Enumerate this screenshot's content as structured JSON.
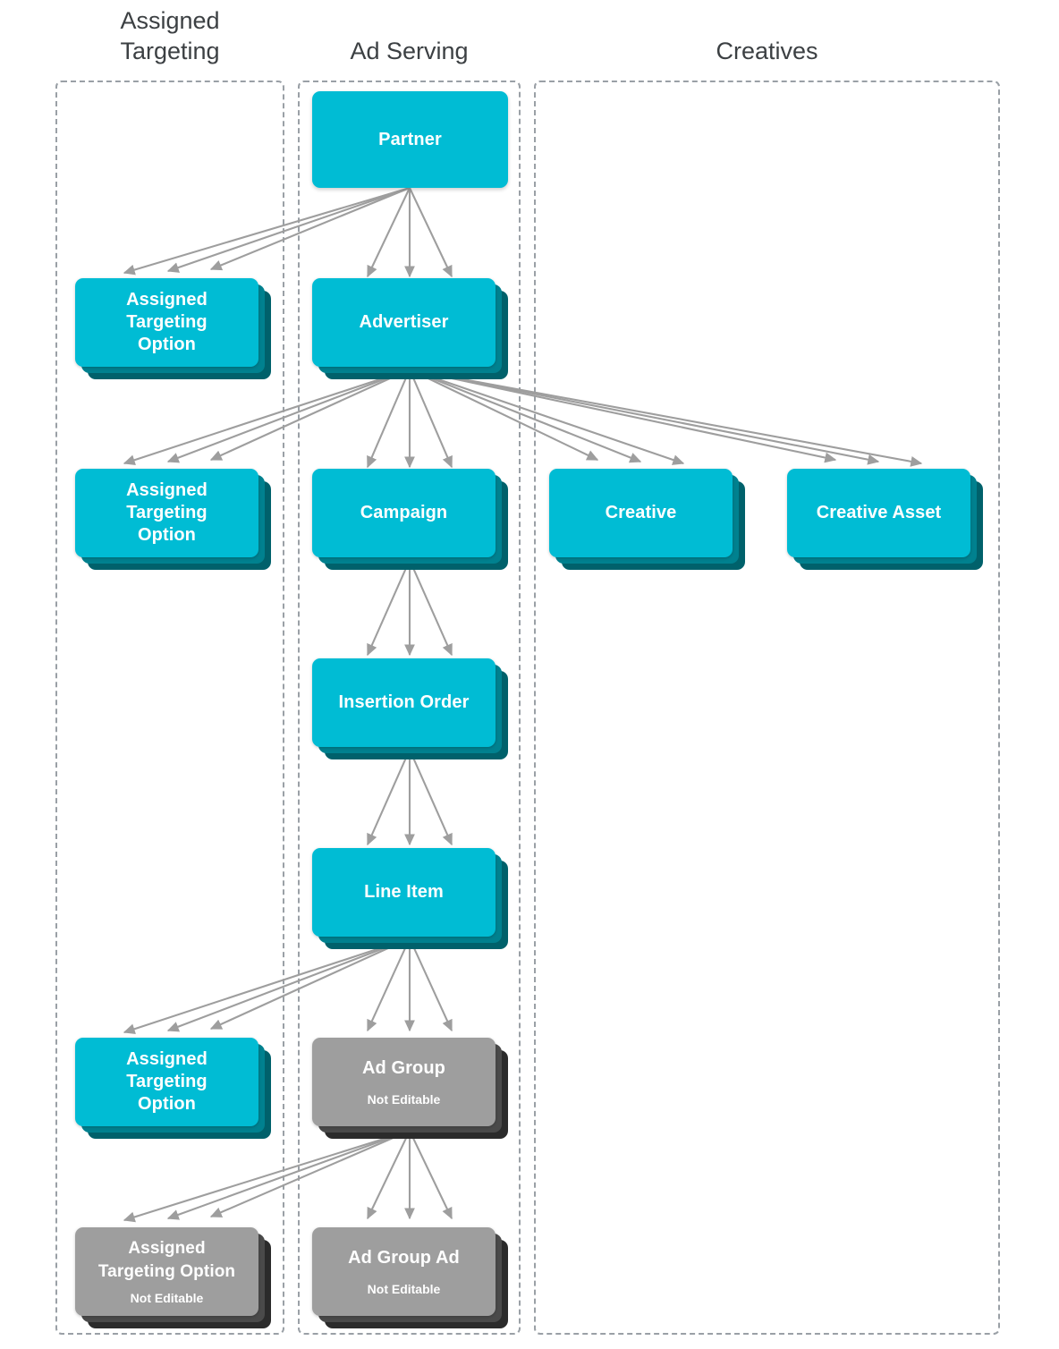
{
  "diagram": {
    "background_color": "#ffffff",
    "edge_color": "#9e9e9e",
    "frame_color": "#9aa0a6",
    "accent_cyan": "#00bcd4",
    "accent_cyan_shadow_1": "#00818f",
    "accent_cyan_shadow_2": "#00616b",
    "accent_grey": "#9e9e9e",
    "accent_grey_shadow_1": "#4a4a4a",
    "accent_grey_shadow_2": "#2b2b2b"
  },
  "columns": [
    {
      "id": "assigned-targeting",
      "label": "Assigned\nTargeting"
    },
    {
      "id": "ad-serving",
      "label": "Ad Serving"
    },
    {
      "id": "creatives",
      "label": "Creatives"
    }
  ],
  "nodes": [
    {
      "id": "partner",
      "title": "Partner",
      "subtitle": "",
      "column": "ad-serving",
      "editable": true,
      "stacked": false
    },
    {
      "id": "assigned-targeting-option-partner",
      "title": "Assigned\nTargeting\nOption",
      "subtitle": "",
      "column": "assigned-targeting",
      "editable": true,
      "stacked": true
    },
    {
      "id": "advertiser",
      "title": "Advertiser",
      "subtitle": "",
      "column": "ad-serving",
      "editable": true,
      "stacked": true
    },
    {
      "id": "assigned-targeting-option-advertiser",
      "title": "Assigned\nTargeting\nOption",
      "subtitle": "",
      "column": "assigned-targeting",
      "editable": true,
      "stacked": true
    },
    {
      "id": "campaign",
      "title": "Campaign",
      "subtitle": "",
      "column": "ad-serving",
      "editable": true,
      "stacked": true
    },
    {
      "id": "creative",
      "title": "Creative",
      "subtitle": "",
      "column": "creatives",
      "editable": true,
      "stacked": true
    },
    {
      "id": "creative-asset",
      "title": "Creative Asset",
      "subtitle": "",
      "column": "creatives",
      "editable": true,
      "stacked": true
    },
    {
      "id": "insertion-order",
      "title": "Insertion Order",
      "subtitle": "",
      "column": "ad-serving",
      "editable": true,
      "stacked": true
    },
    {
      "id": "line-item",
      "title": "Line Item",
      "subtitle": "",
      "column": "ad-serving",
      "editable": true,
      "stacked": true
    },
    {
      "id": "assigned-targeting-option-line-item",
      "title": "Assigned\nTargeting\nOption",
      "subtitle": "",
      "column": "assigned-targeting",
      "editable": true,
      "stacked": true
    },
    {
      "id": "ad-group",
      "title": "Ad Group",
      "subtitle": "Not Editable",
      "column": "ad-serving",
      "editable": false,
      "stacked": true
    },
    {
      "id": "assigned-targeting-option-ad-group",
      "title": "Assigned\nTargeting Option",
      "subtitle": "Not Editable",
      "column": "assigned-targeting",
      "editable": false,
      "stacked": true
    },
    {
      "id": "ad-group-ad",
      "title": "Ad Group Ad",
      "subtitle": "Not Editable",
      "column": "ad-serving",
      "editable": false,
      "stacked": true
    }
  ],
  "edges": [
    {
      "from": "partner",
      "to": "assigned-targeting-option-partner",
      "multiplicity": 3
    },
    {
      "from": "partner",
      "to": "advertiser",
      "multiplicity": 3
    },
    {
      "from": "advertiser",
      "to": "assigned-targeting-option-advertiser",
      "multiplicity": 3
    },
    {
      "from": "advertiser",
      "to": "campaign",
      "multiplicity": 3
    },
    {
      "from": "advertiser",
      "to": "creative",
      "multiplicity": 3
    },
    {
      "from": "advertiser",
      "to": "creative-asset",
      "multiplicity": 3
    },
    {
      "from": "campaign",
      "to": "insertion-order",
      "multiplicity": 3
    },
    {
      "from": "insertion-order",
      "to": "line-item",
      "multiplicity": 3
    },
    {
      "from": "line-item",
      "to": "assigned-targeting-option-line-item",
      "multiplicity": 3
    },
    {
      "from": "line-item",
      "to": "ad-group",
      "multiplicity": 3
    },
    {
      "from": "ad-group",
      "to": "assigned-targeting-option-ad-group",
      "multiplicity": 3
    },
    {
      "from": "ad-group",
      "to": "ad-group-ad",
      "multiplicity": 3
    }
  ],
  "labels": {
    "not_editable": "Not Editable"
  }
}
